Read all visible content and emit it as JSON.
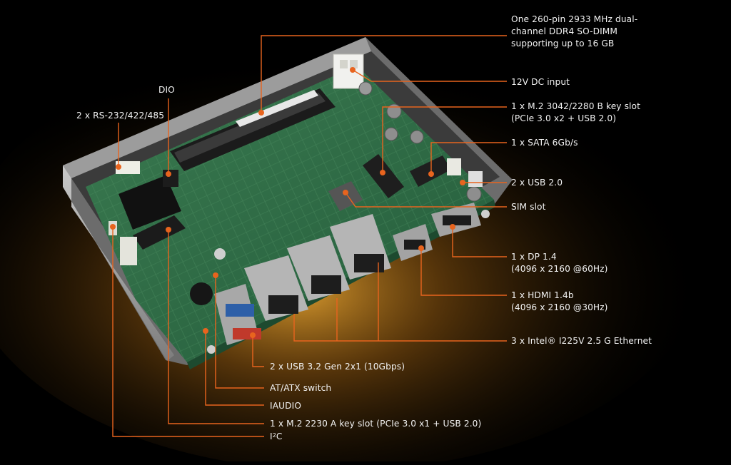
{
  "labels": {
    "dimm": "One 260-pin 2933 MHz dual-\nchannel DDR4 SO-DIMM\nsupporting up to 16 GB",
    "dc_input": "12V DC input",
    "m2_b": "1 x M.2 3042/2280 B key slot\n(PCIe 3.0 x2 + USB 2.0)",
    "sata": "1 x SATA 6Gb/s",
    "usb2": "2 x USB 2.0",
    "sim": "SIM slot",
    "dp": "1 x DP 1.4\n(4096 x 2160 @60Hz)",
    "hdmi": "1 x HDMI 1.4b\n(4096 x 2160 @30Hz)",
    "ethernet": "3 x Intel® I225V 2.5 G Ethernet",
    "usb32": "2 x USB 3.2 Gen 2x1 (10Gbps)",
    "atx": "AT/ATX switch",
    "iaudio": "IAUDIO",
    "m2_a": "1 x M.2 2230 A key slot (PCIe 3.0 x1 + USB 2.0)",
    "i2c_base": "I",
    "i2c_sup": "2",
    "i2c_tail": "C",
    "dio": "DIO",
    "rs232": "2 x RS-232/422/485"
  },
  "colors": {
    "background": "#000000",
    "glow": "#d89a2a",
    "leader_line": "#e8641e",
    "pcb": "#2f6b45",
    "label_text": "#f2f2f2"
  }
}
